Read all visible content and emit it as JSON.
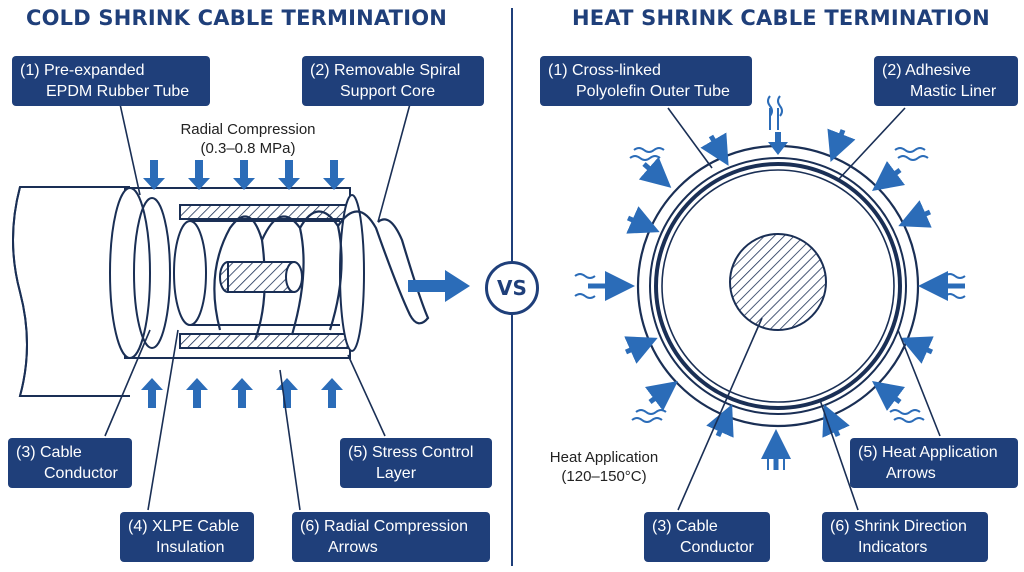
{
  "left_panel": {
    "title": "COLD SHRINK CABLE TERMINATION",
    "labels": [
      {
        "line1": "(1)  Pre-expanded",
        "line2": "EPDM Rubber Tube"
      },
      {
        "line1": "(2)  Removable Spiral",
        "line2": "Support Core"
      },
      {
        "line1": "(3)  Cable",
        "line2": "Conductor"
      },
      {
        "line1": "(4)  XLPE Cable",
        "line2": "Insulation"
      },
      {
        "line1": "(5)  Stress Control",
        "line2": "Layer"
      },
      {
        "line1": "(6)  Radial Compression",
        "line2": "Arrows"
      }
    ],
    "caption": {
      "line1": "Radial Compression",
      "line2": "(0.3–0.8 MPa)"
    }
  },
  "divider": {
    "label": "VS"
  },
  "right_panel": {
    "title": "HEAT SHRINK CABLE TERMINATION",
    "labels": [
      {
        "line1": "(1)  Cross-linked",
        "line2": "Polyolefin Outer Tube"
      },
      {
        "line1": "(2)  Adhesive",
        "line2": "Mastic Liner"
      },
      {
        "line1": "(3)  Cable",
        "line2": "Conductor"
      },
      {
        "line1": "(5)  Heat Application",
        "line2": "Arrows"
      },
      {
        "line1": "(6)  Shrink Direction",
        "line2": "Indicators"
      }
    ],
    "caption": {
      "line1": "Heat Application",
      "line2": "(120–150°C)"
    }
  },
  "colors": {
    "navy": "#1f3f7a",
    "accent_blue": "#2b6cb8",
    "line": "#1a2f55"
  }
}
